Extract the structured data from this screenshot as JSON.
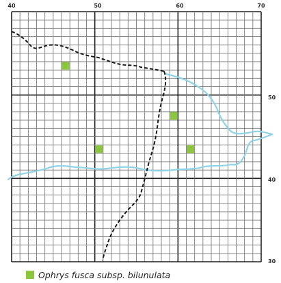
{
  "map": {
    "grid_squares": 30,
    "top_labels": [
      "40",
      "50",
      "60",
      "70"
    ],
    "right_labels": [
      "50",
      "40",
      "30"
    ],
    "colors": {
      "grid": "#7a7a7a",
      "grid_major": "#222222",
      "river": "#8fd3e6",
      "border": "#1a1a1a",
      "record": "#8cc63f"
    },
    "records": [
      {
        "col": 6,
        "row": 6
      },
      {
        "col": 10,
        "row": 16
      },
      {
        "col": 19,
        "row": 12
      },
      {
        "col": 21,
        "row": 16
      }
    ]
  },
  "legend": {
    "label": "Ophrys fusca subsp. bilunulata",
    "swatch_color": "#8cc63f"
  }
}
